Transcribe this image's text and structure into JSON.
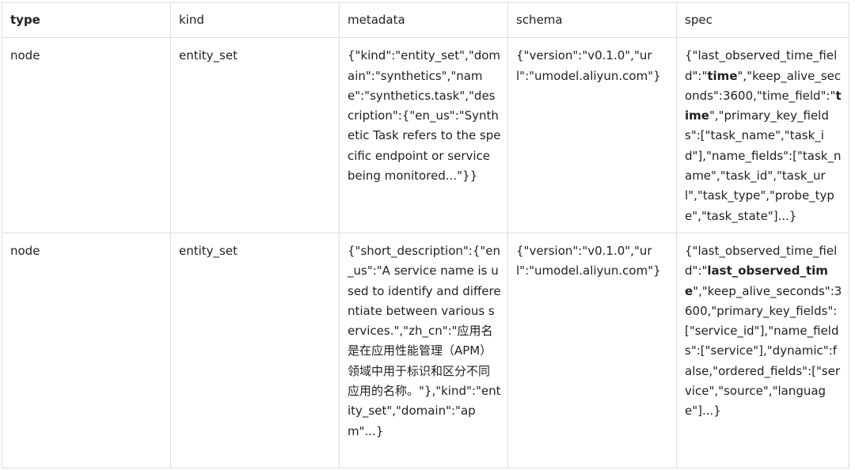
{
  "table": {
    "headers": [
      "type",
      "kind",
      "metadata",
      "schema",
      "spec"
    ],
    "rows": [
      {
        "type": "node",
        "kind": "entity_set",
        "metadata": "{\"kind\":\"entity_set\",\"domain\":\"synthetics\",\"name\":\"synthetics.task\",\"description\":{\"en_us\":\"Synthetic Task refers to the specific endpoint or service being monitored...\"}}",
        "schema": "{\"version\":\"v0.1.0\",\"url\":\"umodel.aliyun.com\"}",
        "spec_parts": [
          "{\"last_observed_time_field\":\"",
          "time",
          "\",\"keep_alive_seconds\":3600,\"time_field\":\"",
          "time",
          "\",\"primary_key_fields\":[\"task_name\",\"task_id\"],\"name_fields\":[\"task_name\",\"task_id\",\"task_url\",\"task_type\",\"probe_type\",\"task_state\"]...}"
        ]
      },
      {
        "type": "node",
        "kind": "entity_set",
        "metadata": "{\"short_description\":{\"en_us\":\"A service name is used to identify and differentiate between various services.\",\"zh_cn\":\"应用名是在应用性能管理（APM）领域中用于标识和区分不同应用的名称。\"},\"kind\":\"entity_set\",\"domain\":\"apm\"...}",
        "schema": "{\"version\":\"v0.1.0\",\"url\":\"umodel.aliyun.com\"}",
        "spec_parts": [
          "{\"last_observed_time_field\":\"",
          "last_observed_time",
          "\",\"keep_alive_seconds\":3600,\"primary_key_fields\":[\"service_id\"],\"name_fields\":[\"service\"],\"dynamic\":false,\"ordered_fields\":[\"service\",\"source\",\"language\"]...}"
        ]
      }
    ]
  }
}
